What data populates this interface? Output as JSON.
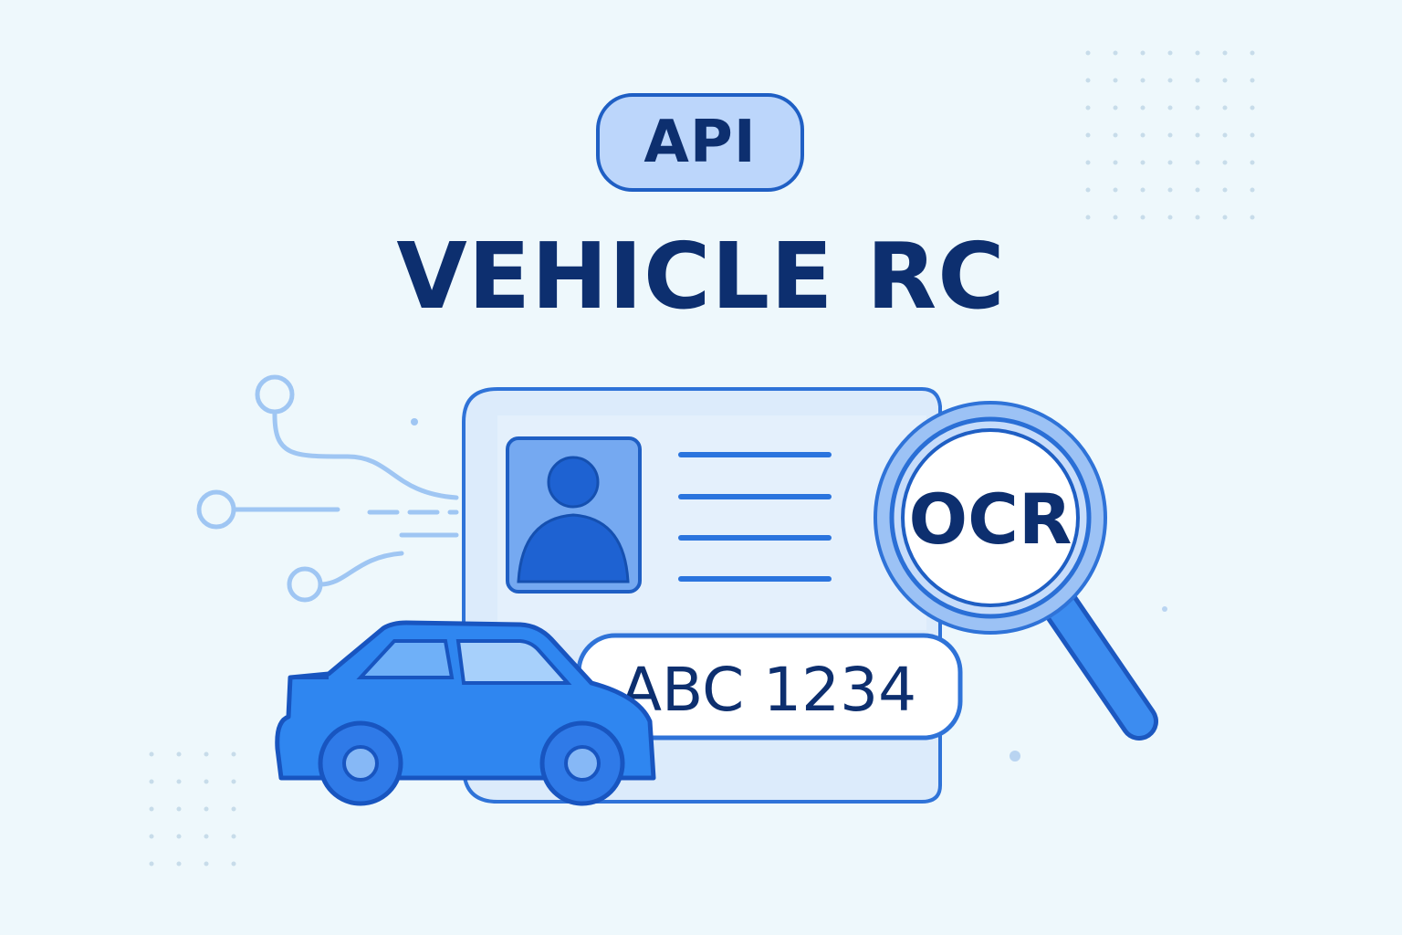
{
  "badge": {
    "label": "API"
  },
  "title": "VEHICLE RC",
  "magnifier": {
    "label": "OCR"
  },
  "plate": {
    "number": "ABC 1234"
  },
  "colors": {
    "background": "#eef8fc",
    "navy": "#0d2f6f",
    "primary": "#1f6fe0",
    "light_blue": "#bcd6fb",
    "card": "#dcebfb"
  },
  "icons": [
    "circuit-lines-icon",
    "id-card-icon",
    "person-avatar-icon",
    "magnifier-icon",
    "car-icon",
    "license-plate-icon"
  ]
}
